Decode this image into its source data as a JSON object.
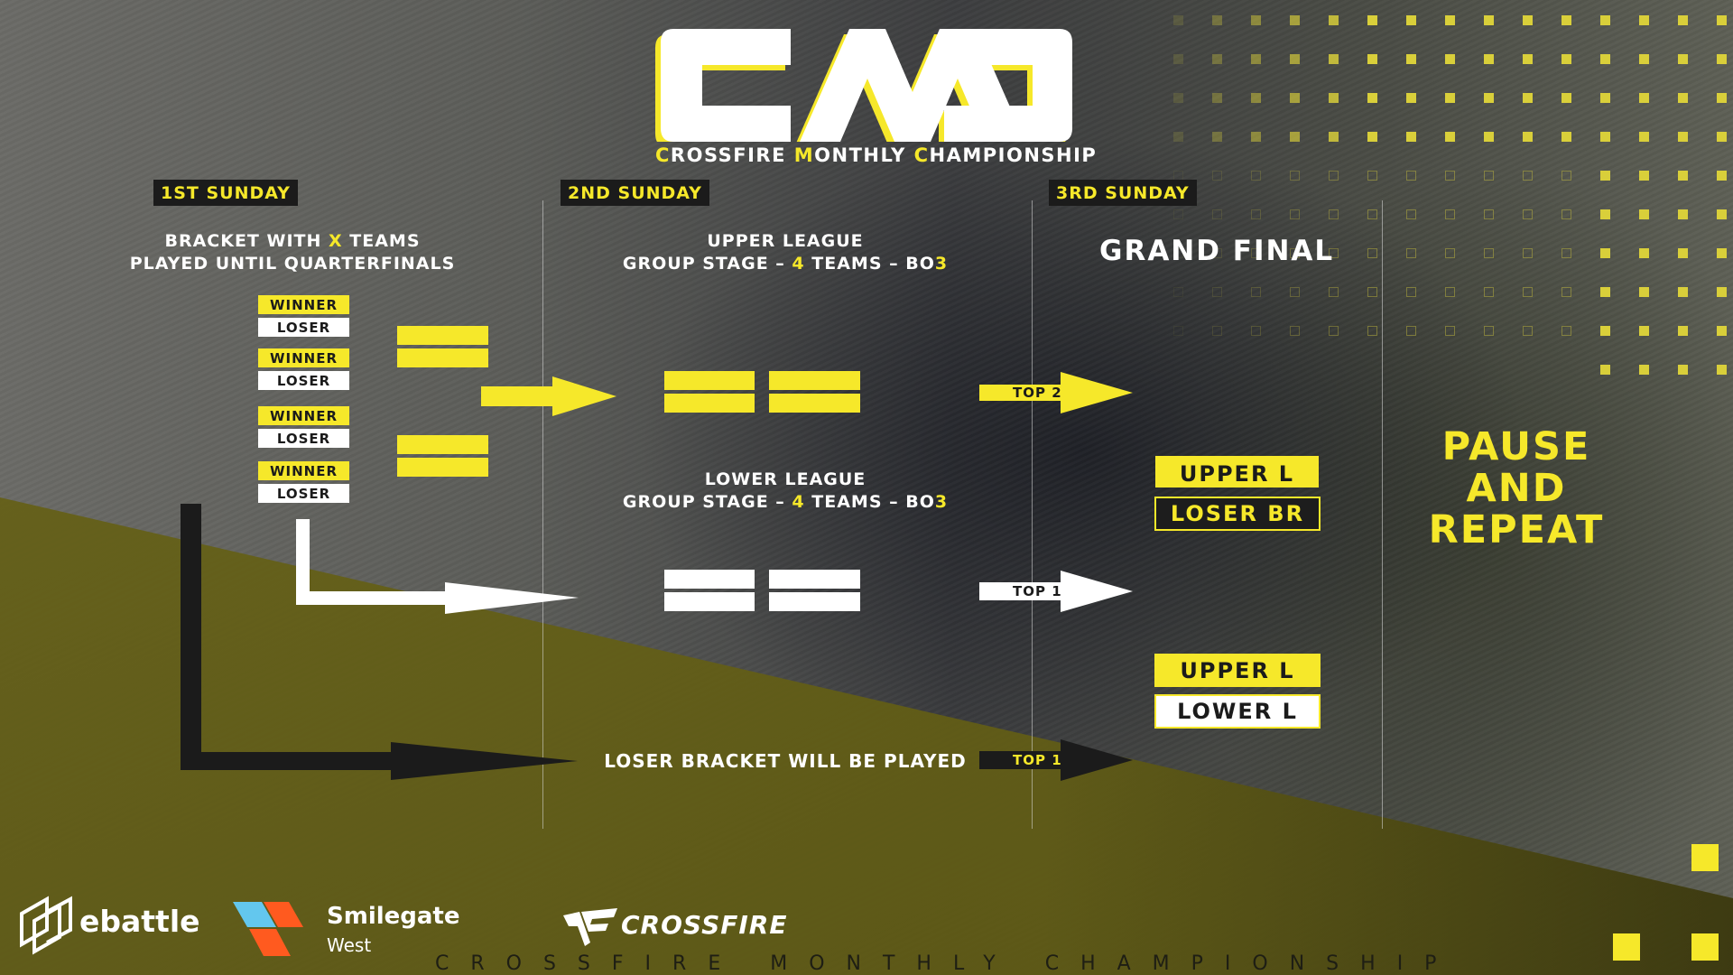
{
  "header": {
    "logo_text": "CMC",
    "subtitle_parts": [
      {
        "text": "C",
        "accent": true
      },
      {
        "text": "ROSSFIRE ",
        "accent": false
      },
      {
        "text": "M",
        "accent": true
      },
      {
        "text": "ONTHLY ",
        "accent": false
      },
      {
        "text": "C",
        "accent": true
      },
      {
        "text": "HAMPIONSHIP",
        "accent": false
      }
    ]
  },
  "columns": {
    "first": {
      "day": "1ST SUNDAY",
      "line1_pre": "BRACKET WITH ",
      "line1_accent": "X",
      "line1_post": " TEAMS",
      "line2": "PLAYED UNTIL QUARTERFINALS",
      "pills": [
        "WINNER",
        "LOSER",
        "WINNER",
        "LOSER",
        "WINNER",
        "LOSER",
        "WINNER",
        "LOSER"
      ]
    },
    "second": {
      "day": "2ND SUNDAY",
      "upper_title": "UPPER LEAGUE",
      "upper_line_pre": "GROUP STAGE – ",
      "upper_line_accent": "4",
      "upper_line_mid": " TEAMS – BO",
      "upper_line_accent2": "3",
      "lower_title": "LOWER LEAGUE",
      "lower_line_pre": "GROUP STAGE – ",
      "lower_line_accent": "4",
      "lower_line_mid": " TEAMS – BO",
      "lower_line_accent2": "3",
      "loser_bracket_note": "LOSER BRACKET WILL BE PLAYED"
    },
    "third": {
      "day": "3RD SUNDAY",
      "title": "GRAND FINAL",
      "arrow_upper": "TOP 2",
      "arrow_lower": "TOP 1",
      "arrow_loser": "TOP 1",
      "final1": {
        "top": "UPPER L",
        "bottom": "LOSER BR"
      },
      "final2": {
        "top": "UPPER L",
        "bottom": "LOWER L"
      }
    },
    "fourth": {
      "lines": [
        "PAUSE",
        "AND",
        "REPEAT"
      ]
    }
  },
  "footer": {
    "sponsors": {
      "ebattle": "ebattle",
      "smilegate": "Smilegate",
      "smilegate_sub": "West",
      "crossfire": "CROSSFIRE"
    },
    "tagline": "CROSSFIRE MONTHLY CHAMPIONSHIP"
  },
  "colors": {
    "accent": "#f6e82a",
    "dark": "#1b1b1b",
    "white": "#ffffff",
    "smilegate_blue": "#63c7ee",
    "smilegate_orange": "#ff5a1f"
  }
}
